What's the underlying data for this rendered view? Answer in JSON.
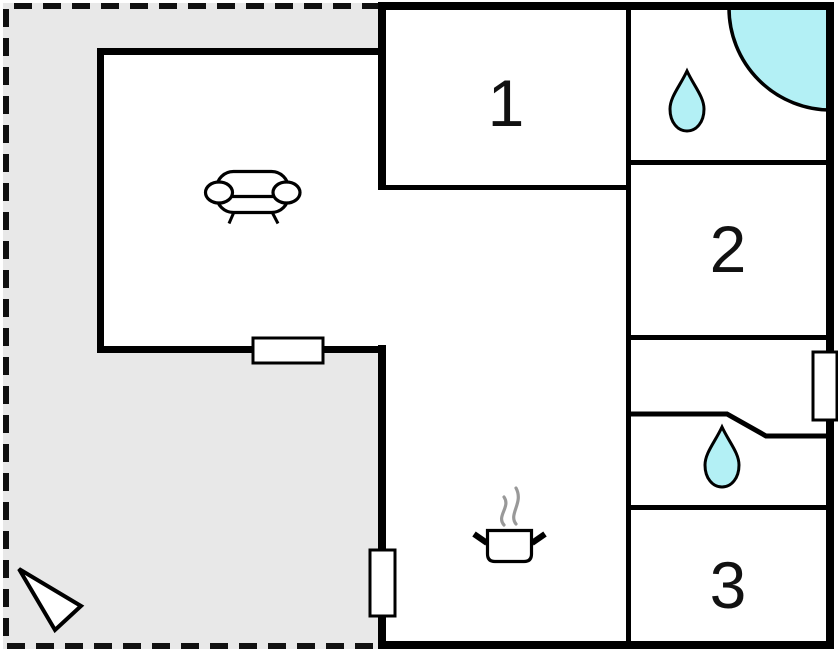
{
  "plan": {
    "type": "floor-plan",
    "colors": {
      "wall": "#000000",
      "terrace_fill": "#e8e8e8",
      "water_fill": "#b3f0f5",
      "room_fill": "#ffffff",
      "steam": "#999999",
      "label_color": "#111111"
    },
    "room_labels": {
      "room1": "1",
      "room2": "2",
      "room3": "3"
    },
    "areas": [
      {
        "name": "terrace",
        "label": "",
        "icons": [
          "north-arrow-icon"
        ]
      },
      {
        "name": "living-room",
        "label": "",
        "icons": [
          "sofa-icon"
        ],
        "openings": [
          "window-bottom"
        ]
      },
      {
        "name": "kitchen",
        "label": "",
        "icons": [
          "cooking-pot-icon"
        ],
        "openings": [
          "door-left"
        ]
      },
      {
        "name": "bedroom-1",
        "label": "1",
        "icons": []
      },
      {
        "name": "bathroom-top",
        "label": "",
        "icons": [
          "water-drop-icon",
          "corner-shower-icon"
        ]
      },
      {
        "name": "bedroom-2",
        "label": "2",
        "icons": []
      },
      {
        "name": "hallway",
        "label": "",
        "openings": [
          "window-right"
        ]
      },
      {
        "name": "bathroom-middle",
        "label": "",
        "icons": [
          "water-drop-icon"
        ]
      },
      {
        "name": "bedroom-3",
        "label": "3",
        "icons": []
      }
    ]
  }
}
